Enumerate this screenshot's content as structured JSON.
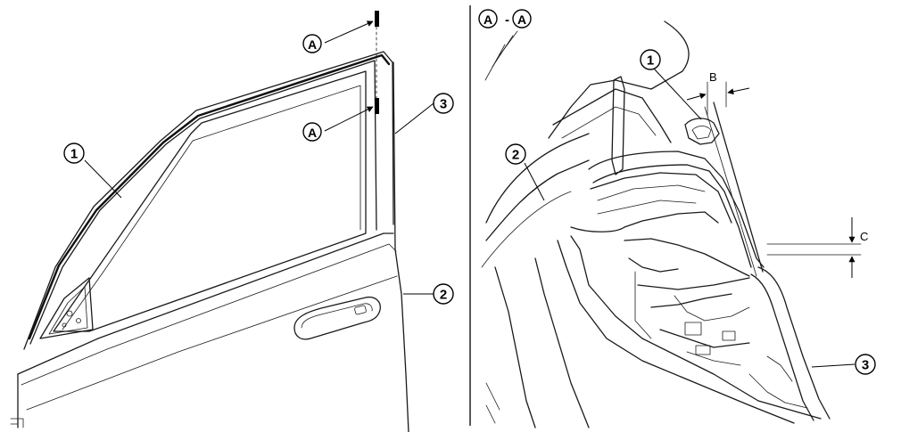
{
  "left_view": {
    "callouts": {
      "c1": "1",
      "c2": "2",
      "c3": "3"
    },
    "section_marks": {
      "top": "A",
      "bottom": "A"
    }
  },
  "right_view": {
    "section_title": {
      "first": "A",
      "dash": "-",
      "second": "A"
    },
    "callouts": {
      "c1": "1",
      "c2": "2",
      "c3": "3"
    },
    "dimensions": {
      "b": "B",
      "c": "C"
    }
  }
}
